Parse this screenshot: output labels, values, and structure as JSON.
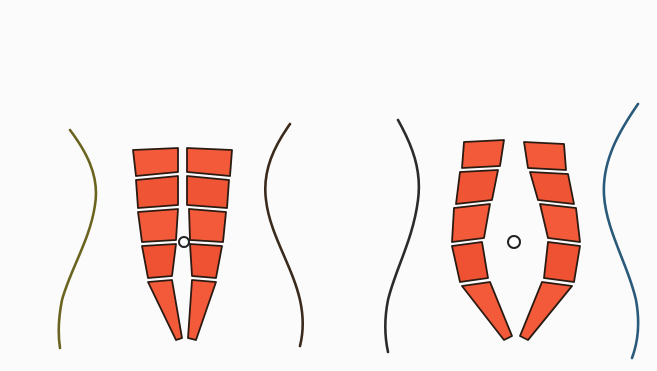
{
  "colors": {
    "background": "#fbfbfb",
    "muscle": "#f25a3a",
    "muscle_dark": "#e0462a",
    "outline": "#2a1a12",
    "left_figure_left_contour": "#6b6420",
    "left_figure_right_contour": "#3a2a1c",
    "right_figure_left_contour": "#2b2b2b",
    "right_figure_right_contour": "#2a5a7a"
  },
  "figures": [
    {
      "id": "normal-abdomen",
      "muscle_segments_per_side": 5,
      "navel_icon": "navel-ring-icon"
    },
    {
      "id": "separated-abdomen",
      "muscle_segments_per_side": 5,
      "navel_icon": "navel-ring-icon"
    }
  ]
}
